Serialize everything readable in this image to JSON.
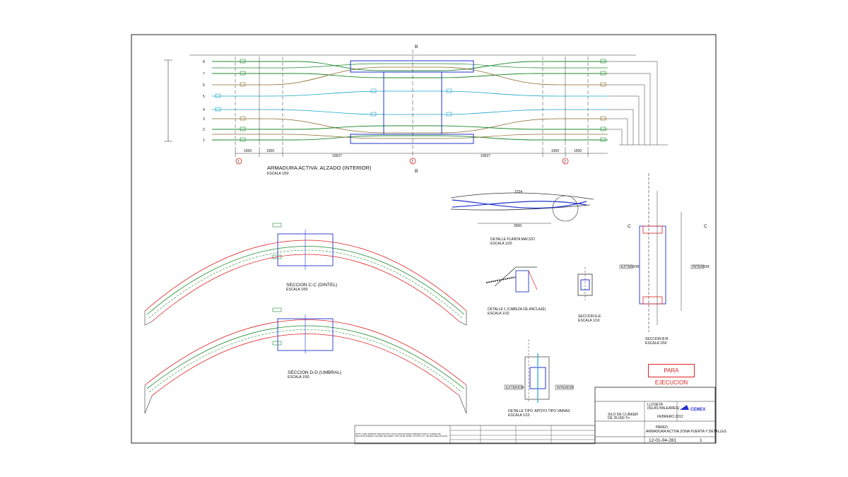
{
  "titles": {
    "elevation": "ARMADURA ACTIVA: ALZADO (INTERIOR)",
    "elevation_scale": "ESCALA 1/50",
    "section_cc": "SECCION C-C (DINTEL)",
    "section_cc_scale": "ESCALA 1/50",
    "section_dd": "SECCION D-D (UMBRAL)",
    "section_dd_scale": "ESCALA 1/50",
    "detail_plan": "DETALLE PLANTA MACIZO",
    "detail_plan_scale": "ESCALA 1/20",
    "detail_1": "DETALLE 1 (CABEZA DE ANCLAJE)",
    "detail_1_scale": "ESCALA 1/10",
    "section_ee": "SECCION E-E",
    "section_ee_scale": "ESCALA 1/10",
    "section_bb": "SECCION B-B",
    "section_bb_scale": "ESCALA 1/50",
    "detail_support": "DETALLE TIPO: APOYO TIPO VAINAS",
    "detail_support_scale": "ESCALA 1/10"
  },
  "stamp": "PARA EJECUCION",
  "dims": {
    "d1500a": "1500",
    "d1500b": "1500",
    "d10627a": "10627",
    "d10627b": "10627",
    "d1500c": "1500",
    "d1500d": "1500",
    "d3000": "3000",
    "d2234": "2234"
  },
  "axes": [
    "1",
    "2",
    "2"
  ],
  "tendon_numbers": [
    "8",
    "7",
    "6",
    "5",
    "4",
    "3",
    "2",
    "1"
  ],
  "section_letters": {
    "b_top": "B",
    "b_bot": "B",
    "c_left": "C",
    "c_right": "C"
  },
  "labels": {
    "exterior1": "EXTERIOR",
    "interior1": "INTERIOR",
    "exterior2": "EXTERIOR",
    "interior2": "INTERIOR"
  },
  "note": "NOTA: CADA TENDON INDICADO EN LOS PLANOS ESTARA FORMADO POR 12 CABLES DE SECCION NOMINAL 140 MM2, DE ACERO TIPO ASTM 416/80, 270 KPSI 0.6\", DE BAJA RELAJACION",
  "title_block": {
    "client": "CEMEX",
    "project_a": "SILO DE CLINKER",
    "project_b": "DE 25.000 Tn",
    "location_a": "LLOSETA",
    "location_b": "(ISLAS BALEARES)",
    "date": "FEBRERO 2012",
    "sheet_a": "PARED",
    "sheet_b": "ARMADURA ACTIVA ZONA PUERTA Y DETALLES",
    "drawing_no": "12-01-04-281",
    "rev": "1"
  },
  "colors": {
    "frame": "#222222",
    "green_tendon": "#1d8a2e",
    "brown_tendon": "#8a6a2a",
    "cyan_tendon": "#1aa6c8",
    "blue": "#2233cc",
    "red": "#d22222",
    "dark": "#333333"
  }
}
